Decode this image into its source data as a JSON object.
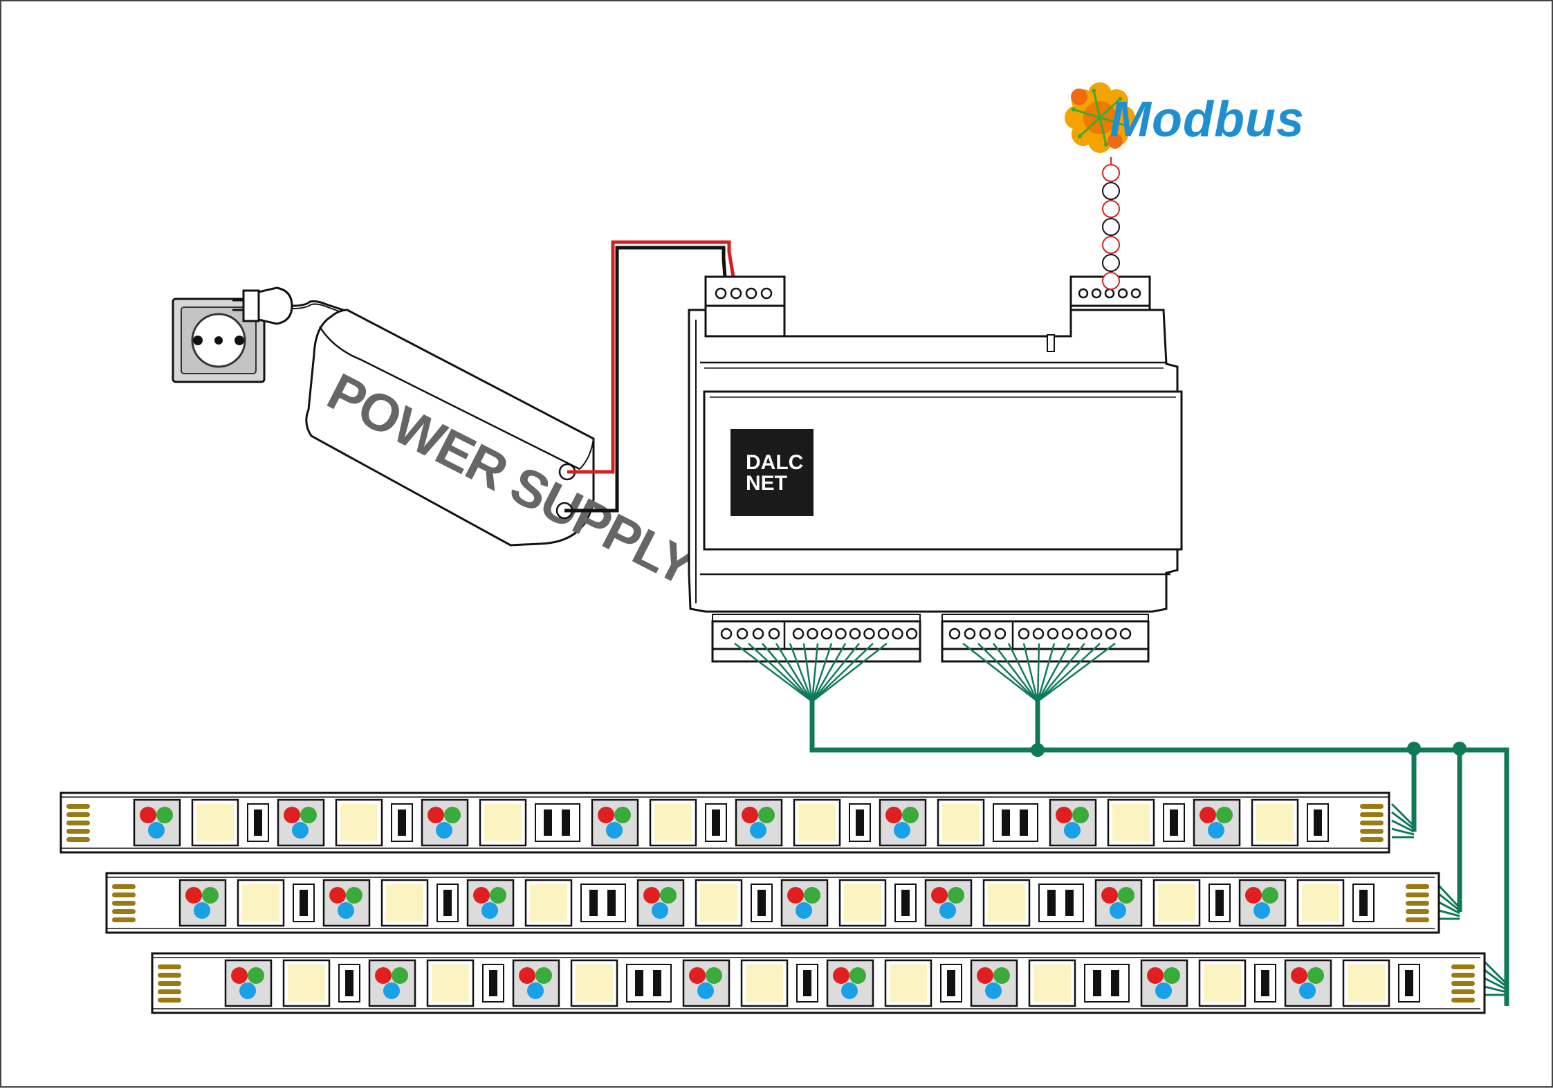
{
  "power_supply": {
    "label": "POWER SUPPLY"
  },
  "controller": {
    "label_line1": "DALC",
    "label_line2": "NET"
  },
  "protocol": {
    "label": "Modbus"
  },
  "colors": {
    "outline": "#111111",
    "wire_positive": "#d42020",
    "wire_negative": "#111111",
    "bus_green": "#0e7a5a",
    "modbus_blue": "#1f8fd0",
    "modbus_orange": "#f5a300",
    "led_red": "#e02020",
    "led_green": "#3aaa3a",
    "led_blue": "#1aa0e6",
    "led_warm": "#fbf3c2",
    "pad_gold": "#9a7a12"
  },
  "icons": [
    "wall-socket-icon",
    "plug-icon",
    "power-supply-icon",
    "din-rail-controller-icon",
    "modbus-logo-icon",
    "led-strip-icon"
  ]
}
